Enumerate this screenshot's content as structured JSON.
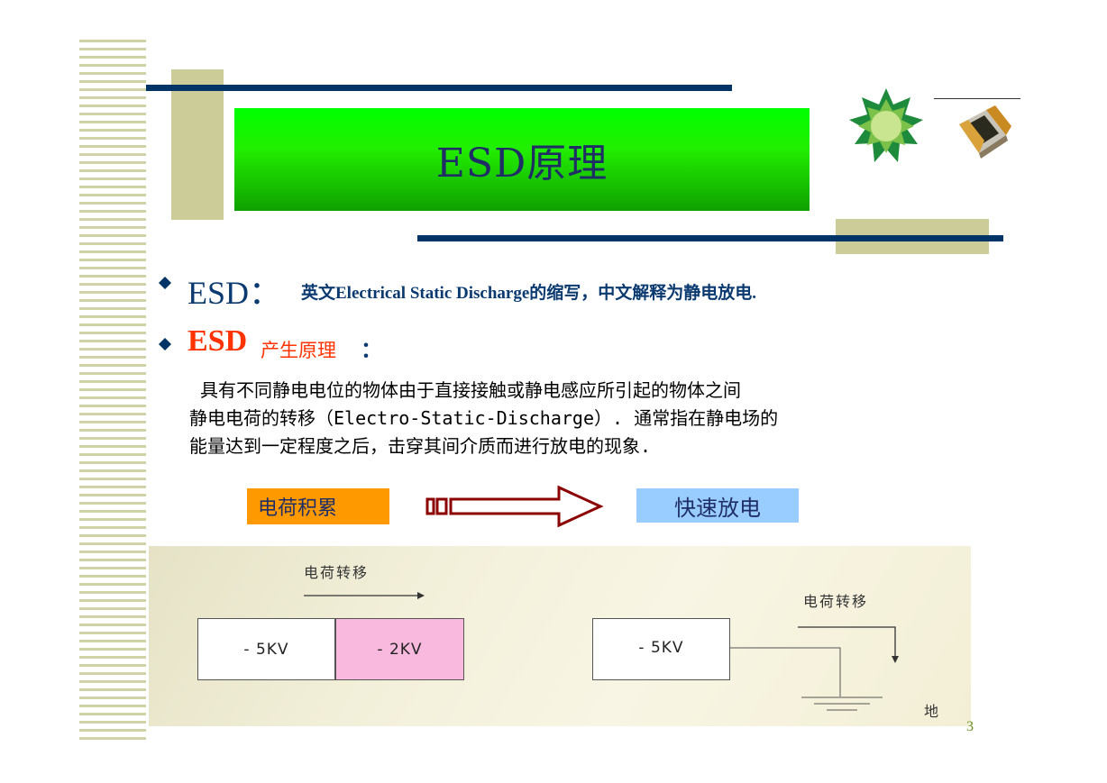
{
  "title": "ESD原理",
  "bullet1": {
    "label": "ESD：",
    "description": "英文Electrical Static Discharge的缩写，中文解释为静电放电."
  },
  "bullet2": {
    "label": "ESD",
    "label_suffix": "产生原理",
    "colon": "："
  },
  "paragraph": [
    " 具有不同静电电位的物体由于直接接触或静电感应所引起的物体之间",
    "静电电荷的转移（Electro-Static-Discharge）. 通常指在静电场的",
    "能量达到一定程度之后，击穿其间介质而进行放电的现象."
  ],
  "flow": {
    "from": "电荷积累",
    "to": "快速放电"
  },
  "diagram": {
    "left_transfer_label": "电荷转移",
    "left_box_1": "- 5KV",
    "left_box_2": "- 2KV",
    "right_box": "- 5KV",
    "right_transfer_label": "电荷转移",
    "ground_label": "地"
  },
  "page_number": "3",
  "colors": {
    "navy": "#003366",
    "tan": "#cccc99",
    "green": "#00ff00",
    "orange": "#ff9900",
    "light_blue": "#99ccff",
    "pink": "#f9b9de",
    "accent_red": "#ff3300",
    "arrow_dark_red": "#8b0000"
  },
  "icons": [
    "diamond-bullet-icon",
    "star-logo-icon",
    "chip-component-icon",
    "hollow-arrow-icon",
    "ground-symbol-icon"
  ]
}
